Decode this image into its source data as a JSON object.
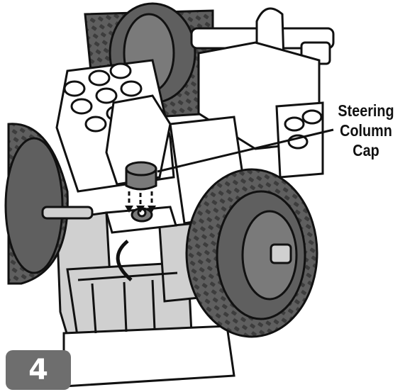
{
  "callout": {
    "lines": [
      "Steering",
      "Column",
      "Cap"
    ]
  },
  "step": {
    "number": "4"
  },
  "colors": {
    "tire": "#5f5f5f",
    "tire_dark": "#3d3d3d",
    "body": "#ffffff",
    "light_part": "#d0d0d0",
    "cap": "#7a7a7a",
    "outline": "#111111",
    "badge": "#6e6e6e"
  }
}
